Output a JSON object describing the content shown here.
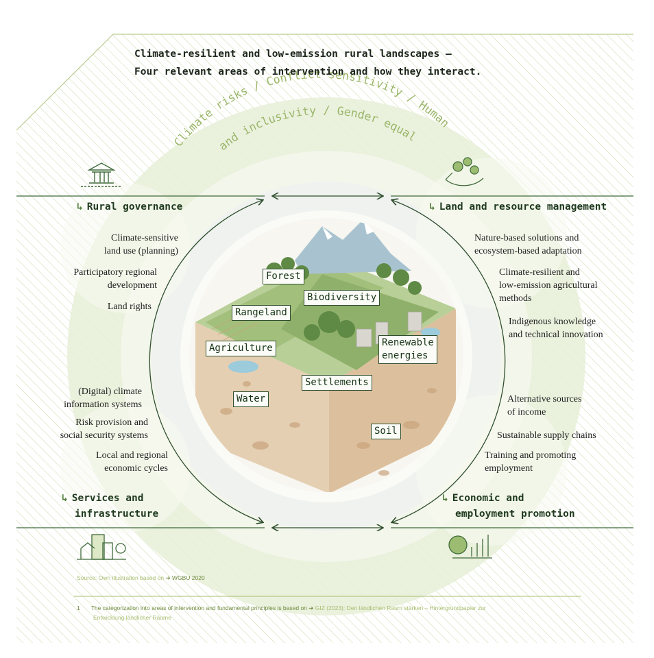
{
  "title": {
    "line1": "Climate-resilient and low-emission rural landscapes –",
    "line2": "Four relevant areas of intervention and how they interact."
  },
  "principles": {
    "line1": "Climate risks / Conflict sensitivity / Human rights",
    "line2": "and inclusivity / Gender equality"
  },
  "areas": {
    "rural_governance": {
      "label": "Rural governance",
      "items": [
        "Climate-sensitive",
        "land use (planning)",
        "Participatory regional",
        "development",
        "Land rights"
      ]
    },
    "land_resource": {
      "label": "Land and resource management",
      "items": [
        "Nature-based solutions and",
        "ecosystem-based adaptation",
        "Climate-resilient and",
        "low-emission agricultural",
        "methods",
        "Indigenous knowledge",
        "and technical innovation"
      ]
    },
    "services": {
      "label_line1": "Services and",
      "label_line2": "infrastructure",
      "items": [
        "(Digital) climate",
        "information systems",
        "Risk provision and",
        "social security systems",
        "Local and regional",
        "economic cycles"
      ]
    },
    "economic": {
      "label_line1": "Economic and",
      "label_line2": "employment promotion",
      "items": [
        "Alternative sources",
        "of income",
        "Sustainable supply chains",
        "Training and promoting",
        "employment"
      ]
    }
  },
  "landscape_labels": {
    "forest": "Forest",
    "biodiversity": "Biodiversity",
    "rangeland": "Rangeland",
    "agriculture": "Agriculture",
    "renewable1": "Renewable",
    "renewable2": "energies",
    "settlements": "Settlements",
    "water": "Water",
    "soil": "Soil"
  },
  "source": {
    "prefix": "Source: Own illustration based on",
    "ref": "WGBU 2020"
  },
  "footnote": {
    "number": "1",
    "text": "The categorization into areas of intervention and fundamental principles is based on",
    "ref": "GIZ (2023): Den ländlichen Raum stärken – Hintergrundpapier zur",
    "ref2": "Entwicklung ländlicher Räume"
  },
  "colors": {
    "accent_green": "#4d7a35",
    "light_green": "#a8be72",
    "ring_green": "#e3ebcf",
    "line_green": "#6f8f55"
  },
  "icons": [
    "government-building-icon",
    "hand-with-plants-icon",
    "city-infrastructure-icon",
    "economic-growth-icon",
    "bullet-arrow-icon"
  ]
}
